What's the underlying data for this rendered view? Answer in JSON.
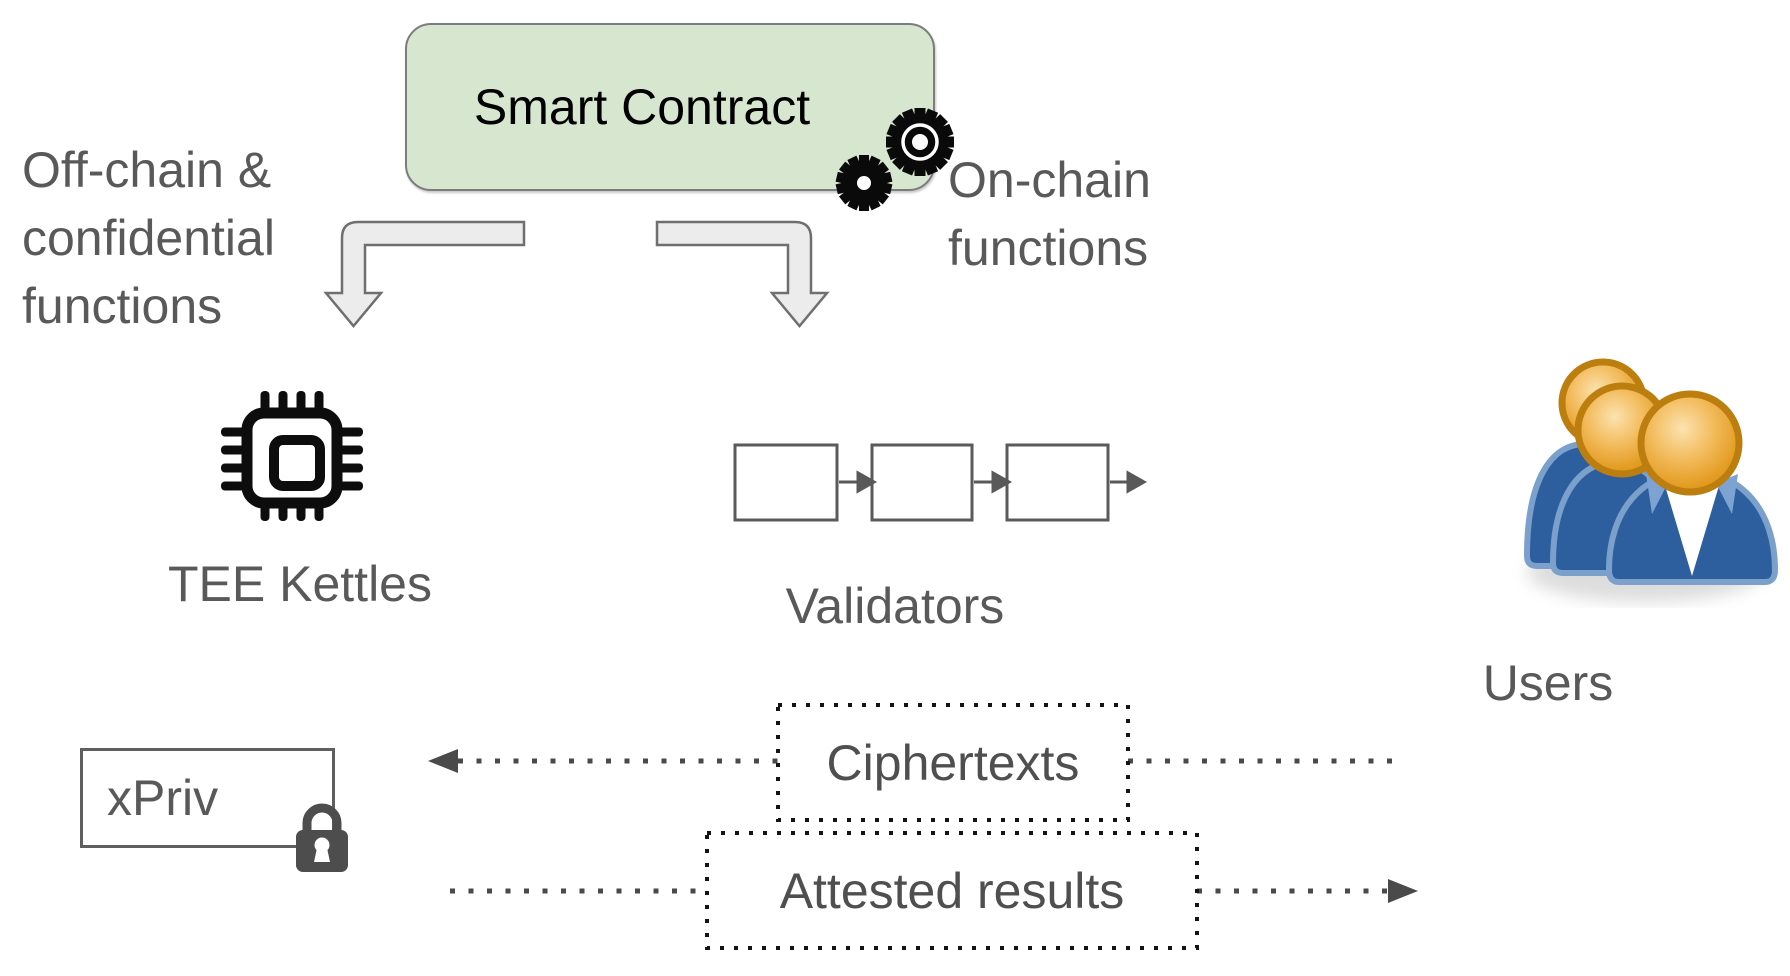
{
  "diagram": {
    "smart_contract": {
      "label": "Smart Contract"
    },
    "branches": {
      "left_label": "Off-chain &\nconfidential\nfunctions",
      "right_label": "On-chain\nfunctions"
    },
    "tee": {
      "label": "TEE Kettles",
      "icon": "cpu-chip-icon"
    },
    "validators": {
      "label": "Validators",
      "icon": "blockchain-blocks-icon",
      "block_count": 3
    },
    "users": {
      "label": "Users",
      "icon": "users-group-icon"
    },
    "key_store": {
      "label": "xPriv",
      "icon": "padlock-icon"
    },
    "flows": {
      "ciphertexts": {
        "label": "Ciphertexts",
        "direction": "right-to-left"
      },
      "attested_results": {
        "label": "Attested results",
        "direction": "left-to-right"
      }
    },
    "decorations": {
      "gears": "gears-icon"
    },
    "colors": {
      "contract_fill": "#d7e7cf",
      "contract_border": "#7c7c7c",
      "label_gray": "#595959",
      "arrow_fill": "#ececec",
      "arrow_stroke": "#6f6f6f",
      "dotted": "#4a4a4a",
      "dotted_box_border": "#141414",
      "users_blue": "#2d5e9e",
      "users_orange": "#e8a733",
      "icon_black": "#0a0a0a"
    }
  }
}
